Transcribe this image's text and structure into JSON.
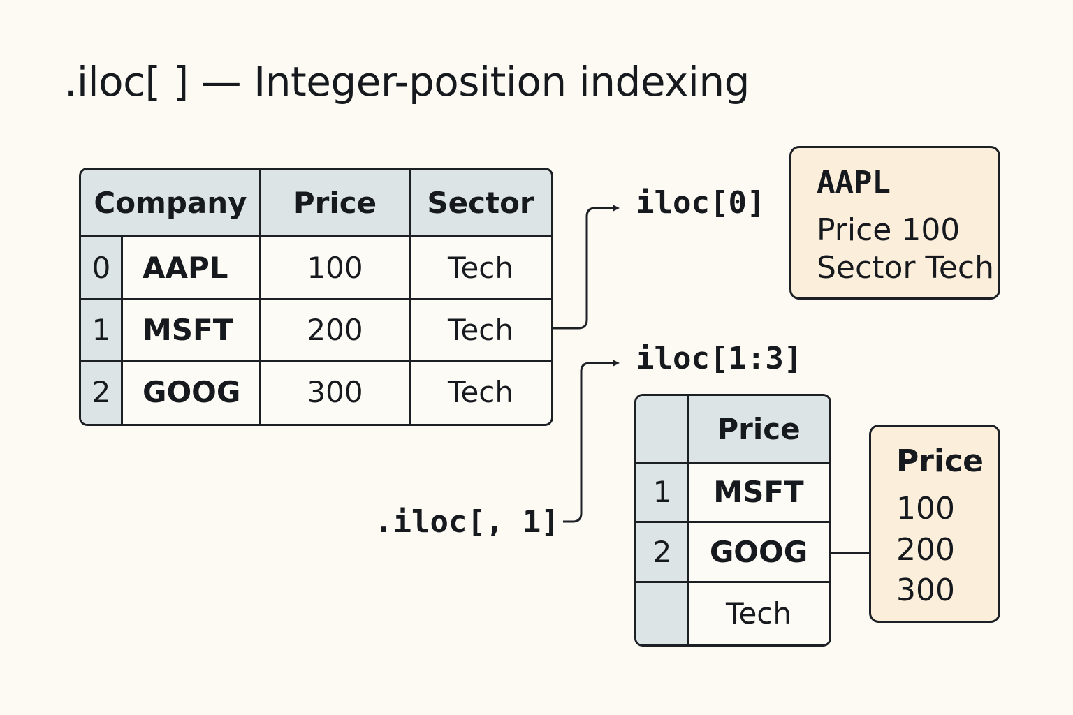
{
  "title": ".iloc[ ] — Integer-position indexing",
  "main_table": {
    "columns": [
      "Company",
      "Price",
      "Sector"
    ],
    "rows": [
      {
        "index": "0",
        "company": "AAPL",
        "price": "100",
        "sector": "Tech"
      },
      {
        "index": "1",
        "company": "MSFT",
        "price": "200",
        "sector": "Tech"
      },
      {
        "index": "2",
        "company": "GOOG",
        "price": "300",
        "sector": "Tech"
      }
    ]
  },
  "labels": {
    "row_select": "iloc[0]",
    "slice_select": "iloc[1:3]",
    "column_select": ".iloc[, 1]"
  },
  "row_result": {
    "name": "AAPL",
    "line1": "Price 100",
    "line2": "Sector Tech"
  },
  "slice_table": {
    "header": "Price",
    "rows": [
      {
        "index": "1",
        "value": "MSFT"
      },
      {
        "index": "2",
        "value": "GOOG"
      },
      {
        "index": "",
        "value": "Tech"
      }
    ]
  },
  "column_result": {
    "header": "Price",
    "values": [
      "100",
      "200",
      "300"
    ]
  },
  "colors": {
    "background": "#fcfaf3",
    "header_fill": "#dde4e6",
    "result_fill": "#fbefdc",
    "ink": "#1c2025"
  }
}
